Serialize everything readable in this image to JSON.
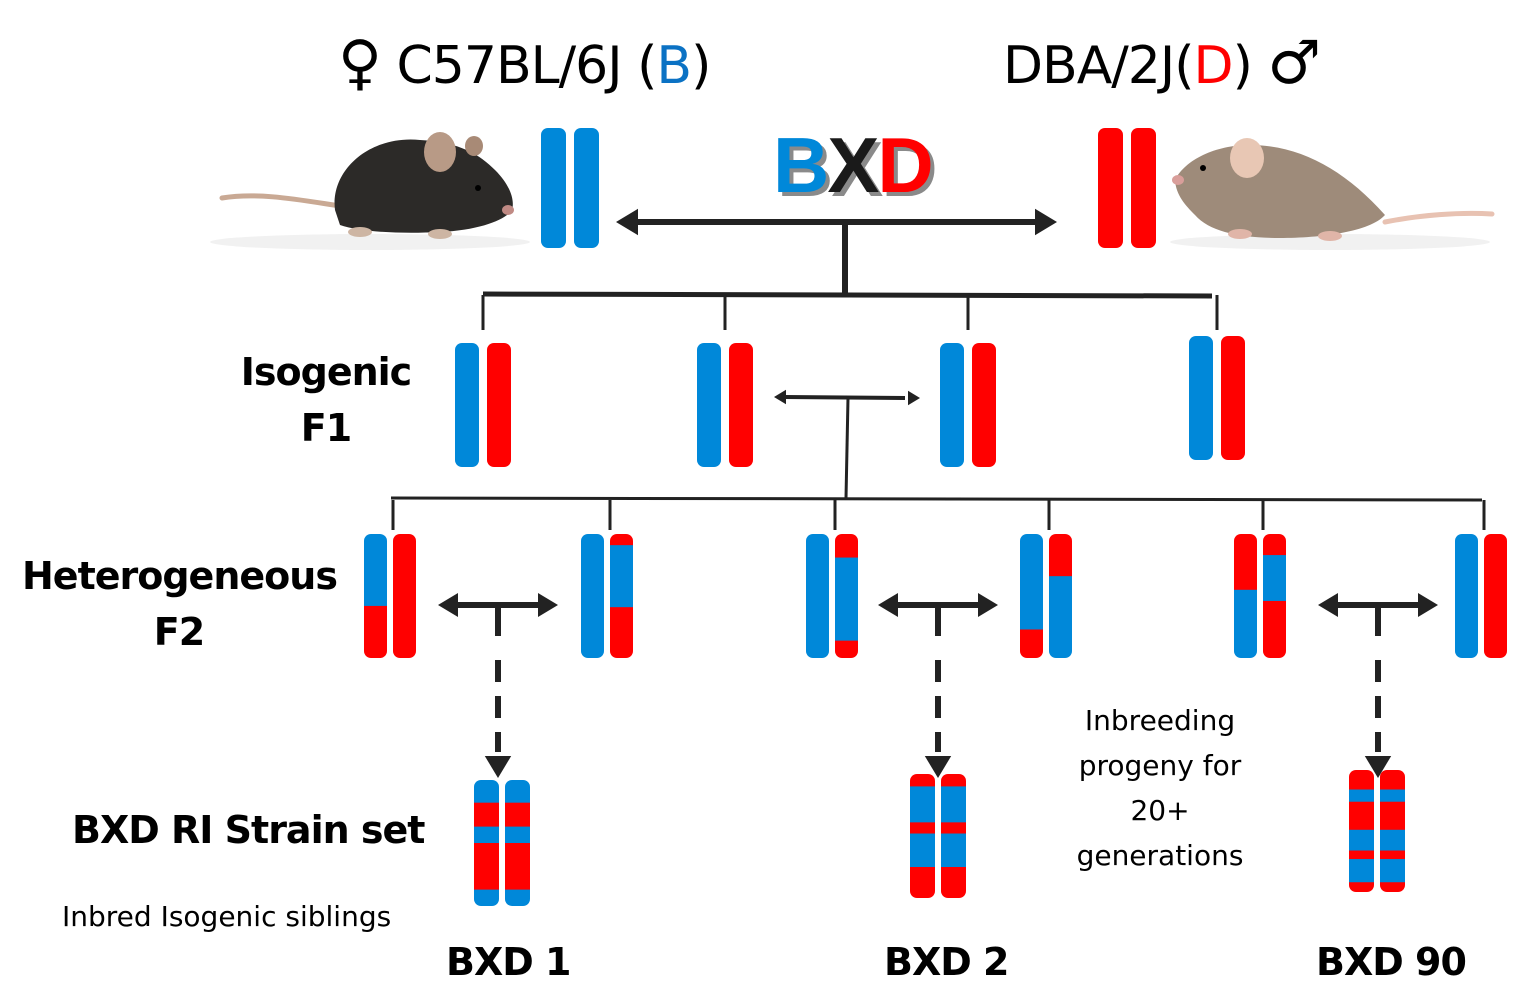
{
  "colors": {
    "b_allele": "#0088d9",
    "d_allele": "#ff0000",
    "line": "#222222"
  },
  "header": {
    "female_symbol": "♀",
    "female_strain": "C57BL/6J (",
    "female_code": "B",
    "female_close": ")",
    "male_strain": "DBA/2J(",
    "male_code": "D",
    "male_close": ")",
    "male_symbol": "♂"
  },
  "logo": {
    "b": "B",
    "x": "X",
    "d": "D"
  },
  "parents": {
    "female_mouse": "black-mouse-icon",
    "male_mouse": "brown-mouse-icon",
    "female_chromosomes": [
      [
        "B"
      ],
      [
        "B"
      ]
    ],
    "male_chromosomes": [
      [
        "D"
      ],
      [
        "D"
      ]
    ]
  },
  "generations": {
    "f1": {
      "label_line1": "Isogenic",
      "label_line2": "F1",
      "pairs": [
        [
          [
            [
              "B",
              1
            ]
          ],
          [
            [
              "D",
              1
            ]
          ]
        ],
        [
          [
            [
              "B",
              1
            ]
          ],
          [
            [
              "D",
              1
            ]
          ]
        ],
        [
          [
            [
              "B",
              1
            ]
          ],
          [
            [
              "D",
              1
            ]
          ]
        ],
        [
          [
            [
              "B",
              1
            ]
          ],
          [
            [
              "D",
              1
            ]
          ]
        ]
      ]
    },
    "f2": {
      "label_line1": "Heterogeneous",
      "label_line2": "F2",
      "pairs": [
        [
          [
            [
              "B",
              0.58
            ],
            [
              "D",
              0.42
            ]
          ],
          [
            [
              "D",
              1
            ]
          ]
        ],
        [
          [
            [
              "B",
              1
            ]
          ],
          [
            [
              "D",
              0.09
            ],
            [
              "B",
              0.5
            ],
            [
              "D",
              0.41
            ]
          ]
        ],
        [
          [
            [
              "B",
              1
            ]
          ],
          [
            [
              "D",
              0.19
            ],
            [
              "B",
              0.67
            ],
            [
              "D",
              0.14
            ]
          ]
        ],
        [
          [
            [
              "B",
              0.77
            ],
            [
              "D",
              0.23
            ]
          ],
          [
            [
              "D",
              0.34
            ],
            [
              "B",
              0.66
            ]
          ]
        ],
        [
          [
            [
              "D",
              0.45
            ],
            [
              "B",
              0.55
            ]
          ],
          [
            [
              "D",
              0.17
            ],
            [
              "B",
              0.37
            ],
            [
              "D",
              0.46
            ]
          ]
        ],
        [
          [
            [
              "B",
              1
            ]
          ],
          [
            [
              "D",
              1
            ]
          ]
        ]
      ]
    },
    "ri": {
      "label": "BXD RI Strain set",
      "sublabel": "Inbred Isogenic siblings",
      "strains": [
        {
          "name": "BXD 1",
          "segments": [
            [
              "B",
              0.18
            ],
            [
              "D",
              0.19
            ],
            [
              "B",
              0.13
            ],
            [
              "D",
              0.37
            ],
            [
              "B",
              0.13
            ]
          ]
        },
        {
          "name": "BXD 2",
          "segments": [
            [
              "D",
              0.1
            ],
            [
              "B",
              0.29
            ],
            [
              "D",
              0.09
            ],
            [
              "B",
              0.27
            ],
            [
              "D",
              0.25
            ]
          ]
        },
        {
          "name": "BXD 90",
          "segments": [
            [
              "D",
              0.16
            ],
            [
              "B",
              0.1
            ],
            [
              "D",
              0.23
            ],
            [
              "B",
              0.17
            ],
            [
              "D",
              0.07
            ],
            [
              "B",
              0.19
            ],
            [
              "D",
              0.08
            ]
          ]
        }
      ]
    }
  },
  "inbreeding_note": {
    "line1": "Inbreeding",
    "line2": "progeny for",
    "line3": "20+",
    "line4": "generations"
  }
}
